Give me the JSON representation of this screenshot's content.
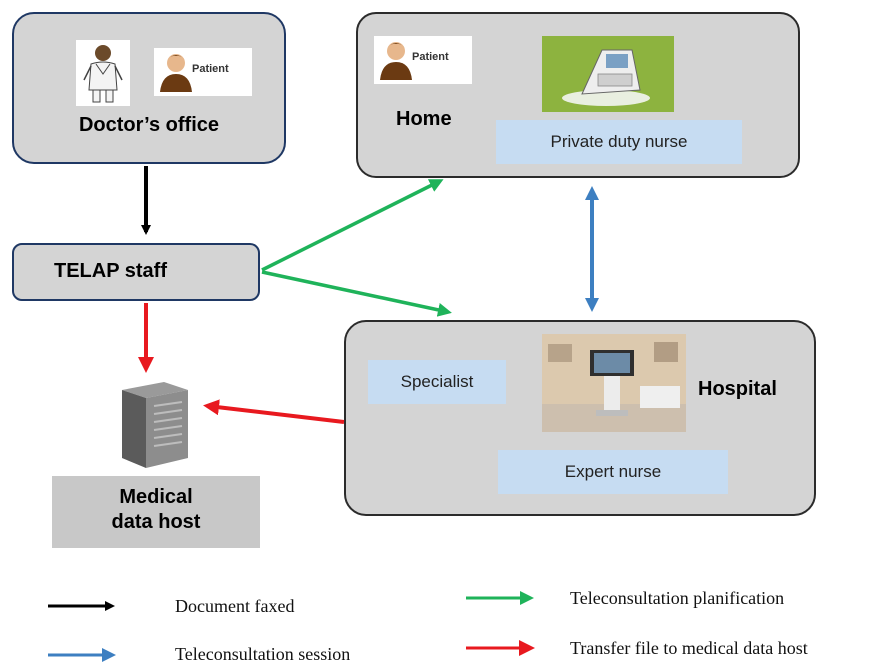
{
  "nodes": {
    "doctors_office": {
      "label": "Doctor’s office",
      "patient_tag": "Patient"
    },
    "home": {
      "label": "Home",
      "patient_tag": "Patient",
      "role": "Private duty nurse"
    },
    "telap": {
      "label": "TELAP staff"
    },
    "hospital": {
      "label": "Hospital",
      "role_1": "Specialist",
      "role_2": "Expert nurse"
    },
    "medical_host": {
      "label_line1": "Medical",
      "label_line2": "data host"
    }
  },
  "legend": [
    {
      "text": "Document faxed",
      "color": "#000000"
    },
    {
      "text": "Teleconsultation planification",
      "color": "#1fb35a"
    },
    {
      "text": "Teleconsultation session",
      "color": "#3d7fc1"
    },
    {
      "text": "Transfer file to medical data host",
      "color": "#e8191f"
    }
  ],
  "colors": {
    "box_fill": "#d4d4d4",
    "navy_border": "#1f3864",
    "label_fill": "#c6dcf2",
    "black_arrow": "#000000",
    "green_arrow": "#1fb35a",
    "blue_arrow": "#3d7fc1",
    "red_arrow": "#e8191f"
  },
  "icons": [
    "doctor-icon",
    "patient-icon",
    "phone-device-icon",
    "hospital-room-photo",
    "server-icon"
  ]
}
